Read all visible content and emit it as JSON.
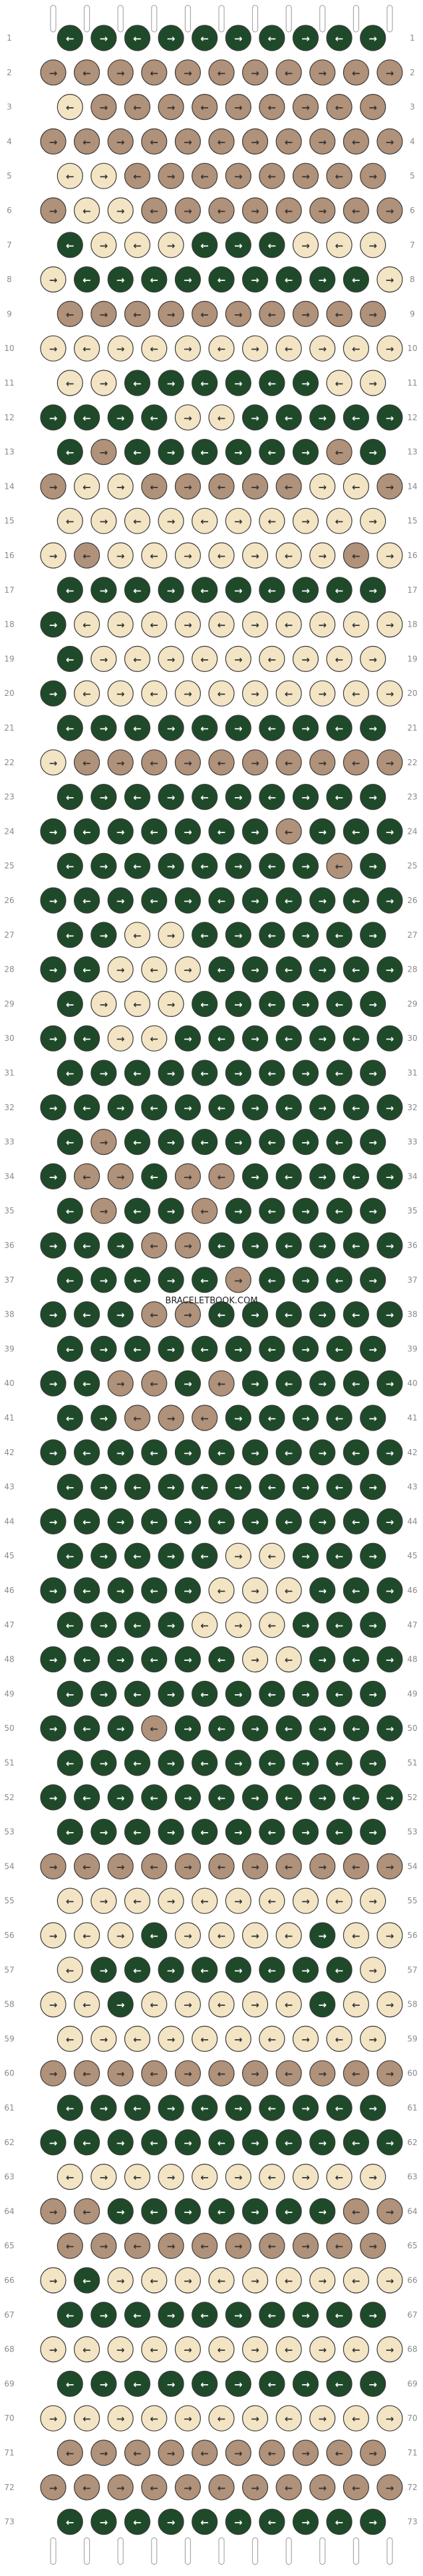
{
  "watermark": "BRACELETBOOK.COM",
  "colors": {
    "A": "#1f4a2a",
    "B": "#b09179",
    "C": "#f3e4c4"
  },
  "strings": [
    "A",
    "A",
    "B",
    "C",
    "A",
    "A",
    "A",
    "A",
    "A",
    "A",
    "A"
  ],
  "row_numbers": [
    1,
    2,
    3,
    4,
    5,
    6,
    7,
    8,
    9,
    10,
    11,
    12,
    13,
    14,
    15,
    16,
    17,
    18,
    19,
    20,
    21,
    22,
    23,
    24,
    25,
    26,
    27,
    28,
    29,
    30,
    31,
    32,
    33,
    34,
    35,
    36,
    37,
    38,
    39,
    40,
    41,
    42,
    43,
    44,
    45,
    46,
    47,
    48,
    49,
    50,
    51,
    52,
    53,
    54,
    55,
    56,
    57,
    58,
    59,
    60,
    61,
    62,
    63,
    64,
    65,
    66,
    67,
    68,
    69,
    70,
    71,
    72,
    73
  ],
  "rows": [
    [
      "A",
      "A",
      "A",
      "A",
      "A",
      "A",
      "A",
      "A",
      "A",
      "A"
    ],
    [
      "B",
      "B",
      "B",
      "B",
      "B",
      "B",
      "B",
      "B",
      "B",
      "B",
      "B"
    ],
    [
      "C",
      "B",
      "B",
      "B",
      "B",
      "B",
      "B",
      "B",
      "B",
      "B"
    ],
    [
      "B",
      "B",
      "B",
      "B",
      "B",
      "B",
      "B",
      "B",
      "B",
      "B",
      "B"
    ],
    [
      "C",
      "C",
      "B",
      "B",
      "B",
      "B",
      "B",
      "B",
      "B",
      "B"
    ],
    [
      "B",
      "C",
      "C",
      "B",
      "B",
      "B",
      "B",
      "B",
      "B",
      "B",
      "B"
    ],
    [
      "A",
      "C",
      "C",
      "C",
      "A",
      "A",
      "A",
      "C",
      "C",
      "C"
    ],
    [
      "C",
      "A",
      "A",
      "A",
      "A",
      "A",
      "A",
      "A",
      "A",
      "A",
      "C"
    ],
    [
      "B",
      "B",
      "B",
      "B",
      "B",
      "B",
      "B",
      "B",
      "B",
      "B"
    ],
    [
      "C",
      "C",
      "C",
      "C",
      "C",
      "C",
      "C",
      "C",
      "C",
      "C",
      "C"
    ],
    [
      "C",
      "C",
      "A",
      "A",
      "A",
      "A",
      "A",
      "A",
      "C",
      "C"
    ],
    [
      "A",
      "A",
      "A",
      "A",
      "C",
      "C",
      "A",
      "A",
      "A",
      "A",
      "A"
    ],
    [
      "A",
      "B",
      "A",
      "A",
      "A",
      "A",
      "A",
      "A",
      "B",
      "A"
    ],
    [
      "B",
      "C",
      "C",
      "B",
      "B",
      "B",
      "B",
      "B",
      "C",
      "C",
      "B"
    ],
    [
      "C",
      "C",
      "C",
      "C",
      "C",
      "C",
      "C",
      "C",
      "C",
      "C"
    ],
    [
      "C",
      "B",
      "C",
      "C",
      "C",
      "C",
      "C",
      "C",
      "C",
      "B",
      "C"
    ],
    [
      "A",
      "A",
      "A",
      "A",
      "A",
      "A",
      "A",
      "A",
      "A",
      "A"
    ],
    [
      "A",
      "C",
      "C",
      "C",
      "C",
      "C",
      "C",
      "C",
      "C",
      "C",
      "C"
    ],
    [
      "A",
      "C",
      "C",
      "C",
      "C",
      "C",
      "C",
      "C",
      "C",
      "C"
    ],
    [
      "A",
      "C",
      "C",
      "C",
      "C",
      "C",
      "C",
      "C",
      "C",
      "C",
      "C"
    ],
    [
      "A",
      "A",
      "A",
      "A",
      "A",
      "A",
      "A",
      "A",
      "A",
      "A"
    ],
    [
      "C",
      "B",
      "B",
      "B",
      "B",
      "B",
      "B",
      "B",
      "B",
      "B",
      "B"
    ],
    [
      "A",
      "A",
      "A",
      "A",
      "A",
      "A",
      "A",
      "A",
      "A",
      "A"
    ],
    [
      "A",
      "A",
      "A",
      "A",
      "A",
      "A",
      "A",
      "B",
      "A",
      "A",
      "A"
    ],
    [
      "A",
      "A",
      "A",
      "A",
      "A",
      "A",
      "A",
      "A",
      "B",
      "A"
    ],
    [
      "A",
      "A",
      "A",
      "A",
      "A",
      "A",
      "A",
      "A",
      "A",
      "A",
      "A"
    ],
    [
      "A",
      "A",
      "C",
      "C",
      "A",
      "A",
      "A",
      "A",
      "A",
      "A"
    ],
    [
      "A",
      "A",
      "C",
      "C",
      "C",
      "A",
      "A",
      "A",
      "A",
      "A",
      "A"
    ],
    [
      "A",
      "C",
      "C",
      "C",
      "A",
      "A",
      "A",
      "A",
      "A",
      "A"
    ],
    [
      "A",
      "A",
      "C",
      "C",
      "A",
      "A",
      "A",
      "A",
      "A",
      "A",
      "A"
    ],
    [
      "A",
      "A",
      "A",
      "A",
      "A",
      "A",
      "A",
      "A",
      "A",
      "A"
    ],
    [
      "A",
      "A",
      "A",
      "A",
      "A",
      "A",
      "A",
      "A",
      "A",
      "A",
      "A"
    ],
    [
      "A",
      "B",
      "A",
      "A",
      "A",
      "A",
      "A",
      "A",
      "A",
      "A"
    ],
    [
      "A",
      "B",
      "B",
      "A",
      "B",
      "B",
      "A",
      "A",
      "A",
      "A",
      "A"
    ],
    [
      "A",
      "B",
      "A",
      "A",
      "B",
      "A",
      "A",
      "A",
      "A",
      "A"
    ],
    [
      "A",
      "A",
      "A",
      "B",
      "B",
      "A",
      "A",
      "A",
      "A",
      "A",
      "A"
    ],
    [
      "A",
      "A",
      "A",
      "A",
      "A",
      "B",
      "A",
      "A",
      "A",
      "A"
    ],
    [
      "A",
      "A",
      "A",
      "B",
      "B",
      "A",
      "A",
      "A",
      "A",
      "A",
      "A"
    ],
    [
      "A",
      "A",
      "A",
      "A",
      "A",
      "A",
      "A",
      "A",
      "A",
      "A"
    ],
    [
      "A",
      "A",
      "B",
      "B",
      "A",
      "B",
      "A",
      "A",
      "A",
      "A",
      "A"
    ],
    [
      "A",
      "A",
      "B",
      "B",
      "B",
      "A",
      "A",
      "A",
      "A",
      "A"
    ],
    [
      "A",
      "A",
      "A",
      "A",
      "A",
      "A",
      "A",
      "A",
      "A",
      "A",
      "A"
    ],
    [
      "A",
      "A",
      "A",
      "A",
      "A",
      "A",
      "A",
      "A",
      "A",
      "A"
    ],
    [
      "A",
      "A",
      "A",
      "A",
      "A",
      "A",
      "A",
      "A",
      "A",
      "A",
      "A"
    ],
    [
      "A",
      "A",
      "A",
      "A",
      "A",
      "C",
      "C",
      "A",
      "A",
      "A"
    ],
    [
      "A",
      "A",
      "A",
      "A",
      "A",
      "C",
      "C",
      "C",
      "A",
      "A",
      "A"
    ],
    [
      "A",
      "A",
      "A",
      "A",
      "C",
      "C",
      "C",
      "A",
      "A",
      "A"
    ],
    [
      "A",
      "A",
      "A",
      "A",
      "A",
      "A",
      "C",
      "C",
      "A",
      "A",
      "A"
    ],
    [
      "A",
      "A",
      "A",
      "A",
      "A",
      "A",
      "A",
      "A",
      "A",
      "A"
    ],
    [
      "A",
      "A",
      "A",
      "B",
      "A",
      "A",
      "A",
      "A",
      "A",
      "A",
      "A"
    ],
    [
      "A",
      "A",
      "A",
      "A",
      "A",
      "A",
      "A",
      "A",
      "A",
      "A"
    ],
    [
      "A",
      "A",
      "A",
      "A",
      "A",
      "A",
      "A",
      "A",
      "A",
      "A",
      "A"
    ],
    [
      "A",
      "A",
      "A",
      "A",
      "A",
      "A",
      "A",
      "A",
      "A",
      "A"
    ],
    [
      "B",
      "B",
      "B",
      "B",
      "B",
      "B",
      "B",
      "B",
      "B",
      "B",
      "B"
    ],
    [
      "C",
      "C",
      "C",
      "C",
      "C",
      "C",
      "C",
      "C",
      "C",
      "C"
    ],
    [
      "C",
      "C",
      "C",
      "A",
      "C",
      "C",
      "C",
      "C",
      "A",
      "C",
      "C"
    ],
    [
      "C",
      "A",
      "A",
      "A",
      "A",
      "A",
      "A",
      "A",
      "A",
      "C"
    ],
    [
      "C",
      "C",
      "A",
      "C",
      "C",
      "C",
      "C",
      "C",
      "A",
      "C",
      "C"
    ],
    [
      "C",
      "C",
      "C",
      "C",
      "C",
      "C",
      "C",
      "C",
      "C",
      "C"
    ],
    [
      "B",
      "B",
      "B",
      "B",
      "B",
      "B",
      "B",
      "B",
      "B",
      "B",
      "B"
    ],
    [
      "A",
      "A",
      "A",
      "A",
      "A",
      "A",
      "A",
      "A",
      "A",
      "A"
    ],
    [
      "A",
      "A",
      "A",
      "A",
      "A",
      "A",
      "A",
      "A",
      "A",
      "A",
      "A"
    ],
    [
      "C",
      "C",
      "C",
      "C",
      "C",
      "C",
      "C",
      "C",
      "C",
      "C"
    ],
    [
      "B",
      "B",
      "A",
      "A",
      "A",
      "A",
      "A",
      "A",
      "A",
      "B",
      "B"
    ],
    [
      "B",
      "B",
      "B",
      "B",
      "B",
      "B",
      "B",
      "B",
      "B",
      "B"
    ],
    [
      "C",
      "A",
      "C",
      "C",
      "C",
      "C",
      "C",
      "C",
      "C",
      "C",
      "C"
    ],
    [
      "A",
      "A",
      "A",
      "A",
      "A",
      "A",
      "A",
      "A",
      "A",
      "A"
    ],
    [
      "C",
      "C",
      "C",
      "C",
      "C",
      "C",
      "C",
      "C",
      "C",
      "C",
      "C"
    ],
    [
      "A",
      "A",
      "A",
      "A",
      "A",
      "A",
      "A",
      "A",
      "A",
      "A"
    ],
    [
      "C",
      "C",
      "C",
      "C",
      "C",
      "C",
      "C",
      "C",
      "C",
      "C",
      "C"
    ],
    [
      "B",
      "B",
      "B",
      "B",
      "B",
      "B",
      "B",
      "B",
      "B",
      "B"
    ],
    [
      "B",
      "B",
      "B",
      "B",
      "B",
      "B",
      "B",
      "B",
      "B",
      "B",
      "B"
    ],
    [
      "A",
      "A",
      "A",
      "A",
      "A",
      "A",
      "A",
      "A",
      "A",
      "A"
    ]
  ]
}
